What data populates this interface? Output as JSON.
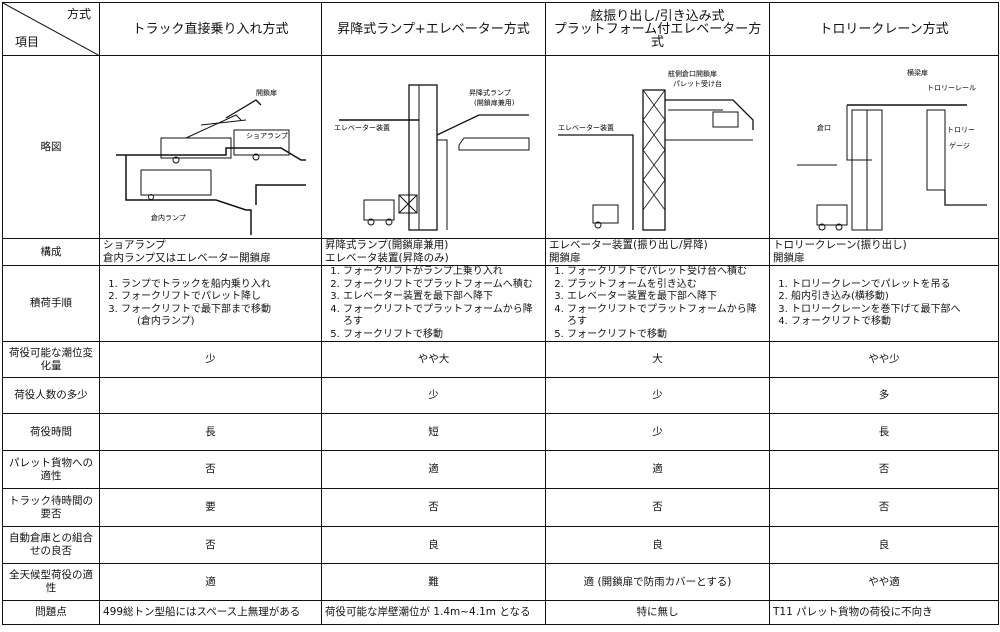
{
  "header": {
    "corner_top": "方式",
    "corner_bottom": "項目",
    "columns": [
      "トラック直接乗り入れ方式",
      "昇降式ランプ+エレベーター方式",
      "舷振り出し/引き込み式\nプラットフォーム付エレベーター方式",
      "トロリークレーン方式"
    ]
  },
  "sketch_row": {
    "label": "略図",
    "sketch1_labels": [
      "開鎖扉",
      "ショアランプ",
      "倉内ランプ"
    ],
    "sketch2_labels": [
      "エレベーター装置",
      "昇降式ランプ",
      "(開鎖扉兼用)"
    ],
    "sketch3_labels": [
      "舷側倉口開鎖扉",
      "パレット受け台",
      "エレベーター装置"
    ],
    "sketch4_labels": [
      "横梁扉",
      "トロリーレール",
      "倉口",
      "トロリー",
      "ゲージ"
    ]
  },
  "rows": [
    {
      "label": "構成",
      "cells": [
        [
          "ショアランプ",
          "倉内ランプ又はエレベーター開鎖扉"
        ],
        [
          "昇降式ランプ(開鎖扉兼用)",
          "エレベータ装置(昇降のみ)"
        ],
        [
          "エレベーター装置(振り出し/昇降)",
          "開鎖扉"
        ],
        [
          "トロリークレーン(振り出し)",
          "開鎖扉"
        ]
      ]
    }
  ],
  "procedure_row": {
    "label": "積荷手順",
    "cells": [
      [
        "ランプでトラックを船内乗り入れ",
        "フォークリフトでパレット降し",
        "フォークリフトで最下部まで移動",
        "(倉内ランプ)"
      ],
      [
        "フォークリフトがランプ上乗り入れ",
        "フォークリフトでプラットフォームへ積む",
        "エレベーター装置を最下部へ降下",
        "フォークリフトでプラットフォームから降ろす",
        "フォークリフトで移動"
      ],
      [
        "フォークリフトでパレット受け台へ積む",
        "プラットフォームを引き込む",
        "エレベーター装置を最下部へ降下",
        "フォークリフトでプラットフォームから降ろす",
        "フォークリフトで移動"
      ],
      [
        "トロリークレーンでパレットを吊る",
        "船内引き込み(横移動)",
        "トロリークレーンを巻下げて最下部へ",
        "フォークリフトで移動"
      ]
    ]
  },
  "eval_rows": [
    {
      "label": "荷役可能な潮位変化量",
      "values": [
        "少",
        "やや大",
        "大",
        "やや少"
      ]
    },
    {
      "label": "荷役人数の多少",
      "values": [
        "",
        "少",
        "少",
        "多"
      ]
    },
    {
      "label": "荷役時間",
      "values": [
        "長",
        "短",
        "少",
        "長"
      ]
    },
    {
      "label": "パレット貨物への適性",
      "values": [
        "否",
        "適",
        "適",
        "否"
      ]
    },
    {
      "label": "トラック待時間の要否",
      "values": [
        "要",
        "否",
        "否",
        "否"
      ]
    },
    {
      "label": "自動倉庫との組合せの良否",
      "values": [
        "否",
        "良",
        "良",
        "良"
      ]
    },
    {
      "label": "全天候型荷役の適性",
      "values": [
        "適",
        "難",
        "適 (開鎖扉で防雨カバーとする)",
        "やや適"
      ]
    },
    {
      "label": "問題点",
      "values": [
        "499総トン型船にはスペース上無理がある",
        "荷役可能な岸壁潮位が 1.4m~4.1m となる",
        "特に無し",
        "T11 パレット貨物の荷役に不向き"
      ]
    }
  ]
}
